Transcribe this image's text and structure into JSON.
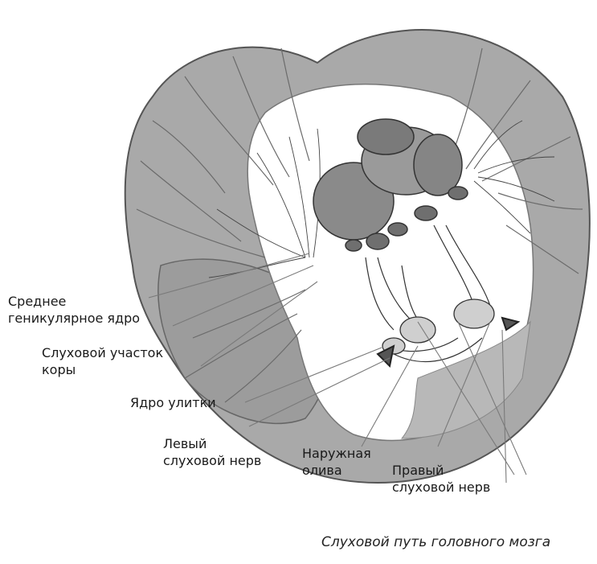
{
  "labels": {
    "medial_geniculate": [
      "Среднее",
      "геникулярное ядро"
    ],
    "auditory_cortex": [
      "Слуховой участок",
      "коры"
    ],
    "cochlear_nucleus": [
      "Ядро улитки"
    ],
    "left_auditory_nerve": [
      "Левый",
      "слуховой нерв"
    ],
    "superior_olive": [
      "Наружная",
      "олива"
    ],
    "right_auditory_nerve": [
      "Правый",
      "слуховой нерв"
    ]
  },
  "caption": "Слуховой путь головного мозга",
  "colors": {
    "brain_fill": "#a9a9a9",
    "brain_outline": "#555555",
    "inner_cavity": "#ffffff",
    "structures": "#8a8a8a",
    "leader_lines": "#777777"
  }
}
